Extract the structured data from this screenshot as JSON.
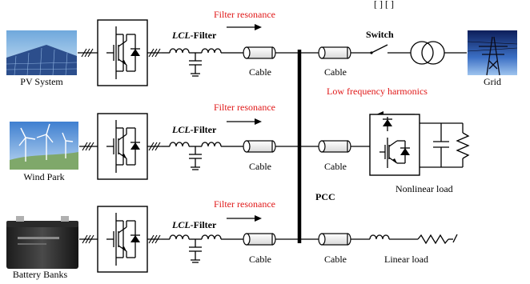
{
  "header": {
    "top_fragment": "[ ] [ ]"
  },
  "sources": [
    {
      "name": "PV System"
    },
    {
      "name": "Wind Park"
    },
    {
      "name": "Battery Banks"
    }
  ],
  "filter": {
    "prefix": "LCL",
    "suffix": "-Filter"
  },
  "filter_resonance": "Filter resonance",
  "cable": "Cable",
  "pcc": "PCC",
  "switch": "Switch",
  "grid": "Grid",
  "low_freq_harmonics": "Low frequency harmonics",
  "nonlinear_load": "Nonlinear load",
  "linear_load": "Linear load",
  "colors": {
    "annotation": "#e01818",
    "line": "#000000"
  }
}
